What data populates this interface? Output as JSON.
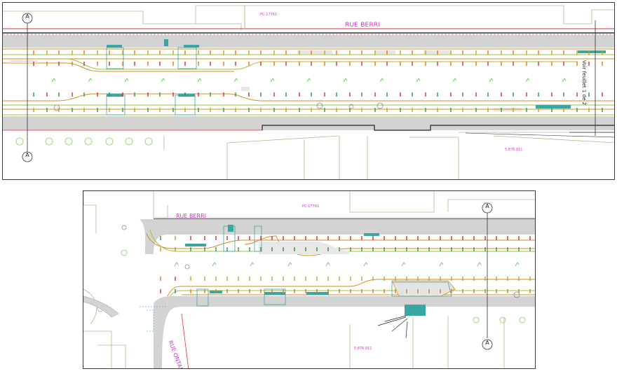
{
  "sheet_top": {
    "street_label": "RUE BERRI",
    "lot_label_top": "PC-17761",
    "lot_label_bottom": "5 876 911",
    "section_marker": "A",
    "match_note": "Voir feuillet 1 de 2"
  },
  "sheet_bottom": {
    "street_label": "RUE BERRI",
    "cross_street_label": "RUE ONTARIO EST",
    "lot_label_top": "PC-17761",
    "lot_label_bottom": "5 876 911",
    "section_marker": "A"
  },
  "colors": {
    "sidewalk": "#d3d3d3",
    "roadway_white": "#ffffff",
    "curb_orange": "#d98a2a",
    "green_line": "#9bc23c",
    "teal_pad": "#3aa6a0",
    "building_line": "#b9b58a",
    "magenta_text": "#d62fd0",
    "property_red": "#e0323a"
  }
}
